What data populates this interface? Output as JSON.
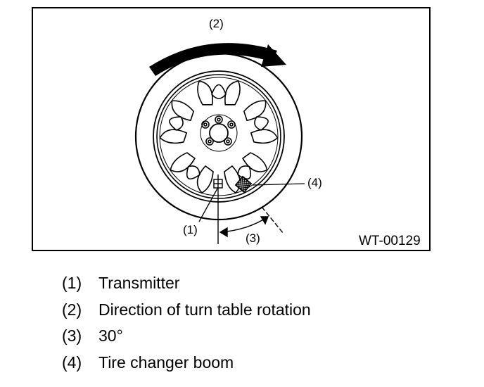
{
  "figure": {
    "id": "WT-00129",
    "callouts": {
      "c1": "(1)",
      "c2": "(2)",
      "c3": "(3)",
      "c4": "(4)"
    },
    "icons": {
      "wheel": "wheel-icon",
      "arrow": "rotation-arrow-icon",
      "transmitter": "transmitter-icon",
      "boom": "tire-changer-boom-icon",
      "angle": "angle-30-icon"
    }
  },
  "legend": [
    {
      "num": "(1)",
      "text": "Transmitter"
    },
    {
      "num": "(2)",
      "text": "Direction of turn table rotation"
    },
    {
      "num": "(3)",
      "text": "30°"
    },
    {
      "num": "(4)",
      "text": "Tire changer boom"
    }
  ]
}
